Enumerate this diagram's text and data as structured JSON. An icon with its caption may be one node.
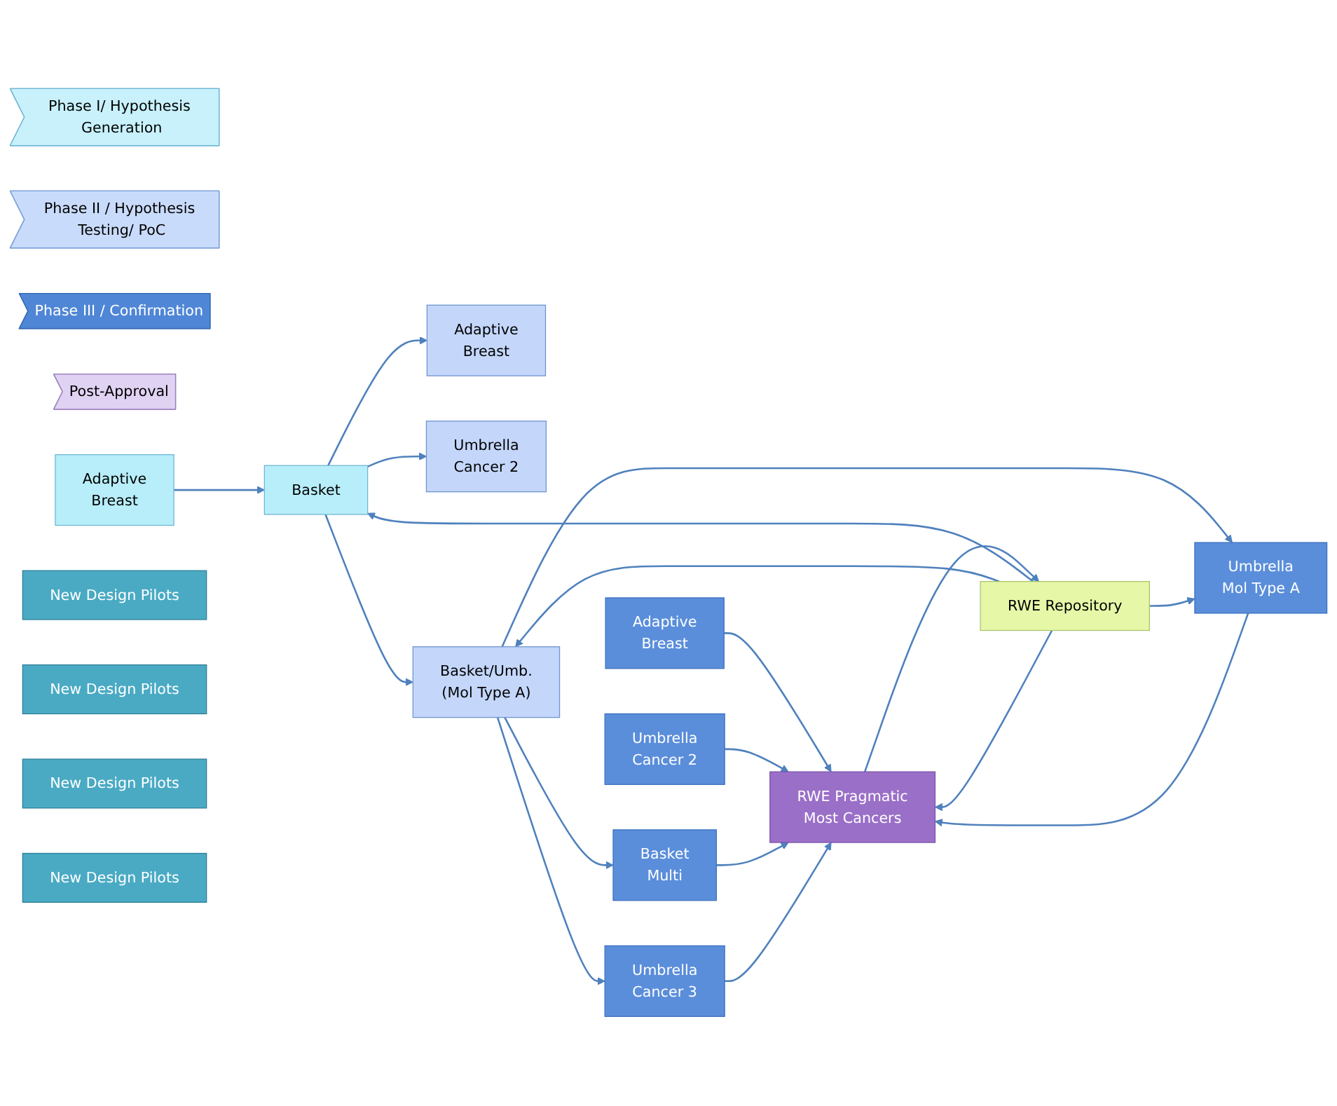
{
  "diagram": {
    "nodes": [
      {
        "text": [
          "Phase I/ Hypothesis Generation"
        ]
      },
      {
        "text": [
          "Phase II / Hypothesis Testing/ PoC"
        ]
      },
      {
        "text": [
          "Phase III / Confirmation"
        ]
      },
      {
        "text": [
          "Post-Approval"
        ]
      },
      {
        "text": [
          "Adaptive",
          "Breast"
        ]
      },
      {
        "text": [
          "Adaptive",
          "Breast"
        ]
      },
      {
        "text": [
          "Adaptive",
          "Breast"
        ]
      },
      {
        "text": [
          "Basket"
        ]
      },
      {
        "text": [
          "Umbrella",
          "Cancer 2"
        ]
      },
      {
        "text": [
          "Umbrella",
          "Cancer 2"
        ]
      },
      {
        "text": [
          "RWE Pragmatic",
          "Most Cancers"
        ]
      },
      {
        "text": [
          "Basket",
          "Multi"
        ]
      },
      {
        "text": [
          "Basket/Umb.",
          "(Mol Type A)"
        ]
      },
      {
        "text": [
          "Umbrella",
          "Cancer 3"
        ]
      },
      {
        "text": [
          "Umbrella",
          "Mol Type A"
        ]
      },
      {
        "text": [
          "RWE Repository"
        ]
      },
      {
        "text": [
          "New Design Pilots"
        ]
      },
      {
        "text": [
          "New Design Pilots"
        ]
      },
      {
        "text": [
          "New Design Pilots"
        ]
      },
      {
        "text": [
          "New Design Pilots"
        ]
      }
    ],
    "edges": [
      {
        "from": 4,
        "to": 7,
        "arrow": "to"
      },
      {
        "from": 7,
        "to": 5,
        "arrow": "to"
      },
      {
        "from": 7,
        "to": 8,
        "arrow": "to"
      },
      {
        "from": 7,
        "to": 12,
        "arrow": "to"
      },
      {
        "from": 12,
        "to": 11,
        "arrow": "to"
      },
      {
        "from": 12,
        "to": 13,
        "arrow": "to"
      },
      {
        "from": 12,
        "to": 14,
        "arrow": "to"
      },
      {
        "from": 6,
        "to": 10,
        "arrow": "to"
      },
      {
        "from": 9,
        "to": 10,
        "arrow": "to"
      },
      {
        "from": 11,
        "to": 10,
        "arrow": "to"
      },
      {
        "from": 13,
        "to": 10,
        "arrow": "to"
      },
      {
        "from": 14,
        "to": 10,
        "arrow": "to"
      },
      {
        "from": 15,
        "to": 7,
        "arrow": "to"
      },
      {
        "from": 15,
        "to": 12,
        "arrow": "to"
      },
      {
        "from": 15,
        "to": 14,
        "arrow": "to"
      },
      {
        "from": 15,
        "to": 10,
        "arrow": "to"
      },
      {
        "from": 10,
        "to": 15,
        "arrow": "to"
      }
    ]
  }
}
